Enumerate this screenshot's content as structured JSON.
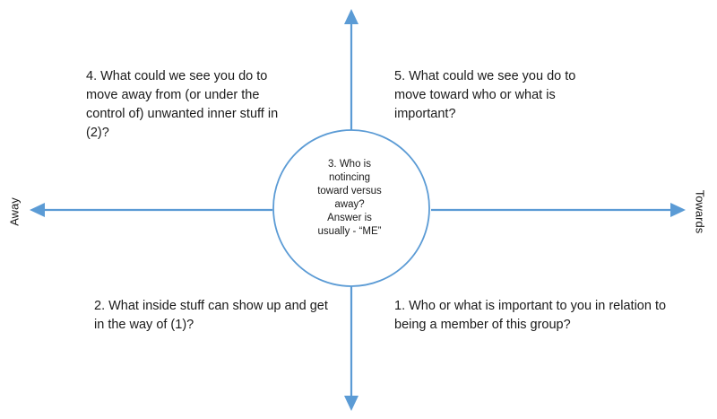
{
  "colors": {
    "line": "#5b9bd5",
    "text": "#1a1a1a",
    "background": "#ffffff"
  },
  "labels": {
    "away": "Away",
    "towards": "Towards"
  },
  "center": {
    "lines": [
      "3. Who is",
      "notincing",
      "toward versus",
      "away?",
      "Answer is",
      "usually - “ME”"
    ]
  },
  "quadrants": {
    "top_left": "4. What could we see you do to move away from (or under the control of) unwanted inner stuff in (2)?",
    "top_right": "5. What could we see you do to move toward who or what is important?",
    "bottom_left": "2. What inside stuff can show up and get in the way of (1)?",
    "bottom_right": "1. Who or what is important to you in relation to being a member of this group?"
  }
}
